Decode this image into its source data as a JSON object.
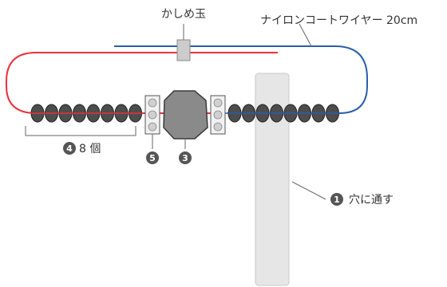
{
  "labels": {
    "crimp": "かしめ玉",
    "wire": "ナイロンコートワイヤー 20cm",
    "through_hole": "穴に通す",
    "count": "8 個"
  },
  "markers": {
    "one": "1",
    "three": "3",
    "four": "4",
    "five": "5"
  },
  "colors": {
    "wire_red": "#e8323c",
    "wire_blue": "#2a5fa8",
    "bead": "#4d4d4d",
    "bead_outline": "#222222",
    "center_bead": "#8a8a8a",
    "spacer": "#d9d9d9",
    "crimp": "#cccccc",
    "post": "#e6e6e6",
    "marker": "#555555"
  },
  "left_bead_count": 8,
  "right_bead_count": 8
}
